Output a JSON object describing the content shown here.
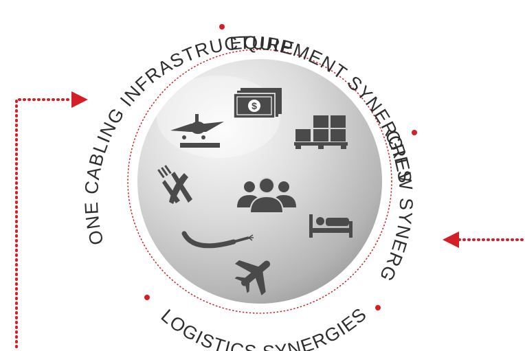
{
  "segments": {
    "top": "ONE CABLING INFRASTRUCTURE",
    "right": "EQUIPMENT SYNERGIES",
    "crew": "CREW SYNERGIES",
    "bottom": "LOGISTICS SYNERGIES"
  },
  "icons": [
    "landing-airplane-icon",
    "money-icon",
    "cargo-pallet-icon",
    "cutlery-icon",
    "crew-group-icon",
    "bed-icon",
    "cable-icon",
    "airplane-icon"
  ],
  "colors": {
    "accent": "#d51f26",
    "icon": "#4a4a4a",
    "text": "#2e2e2e"
  }
}
